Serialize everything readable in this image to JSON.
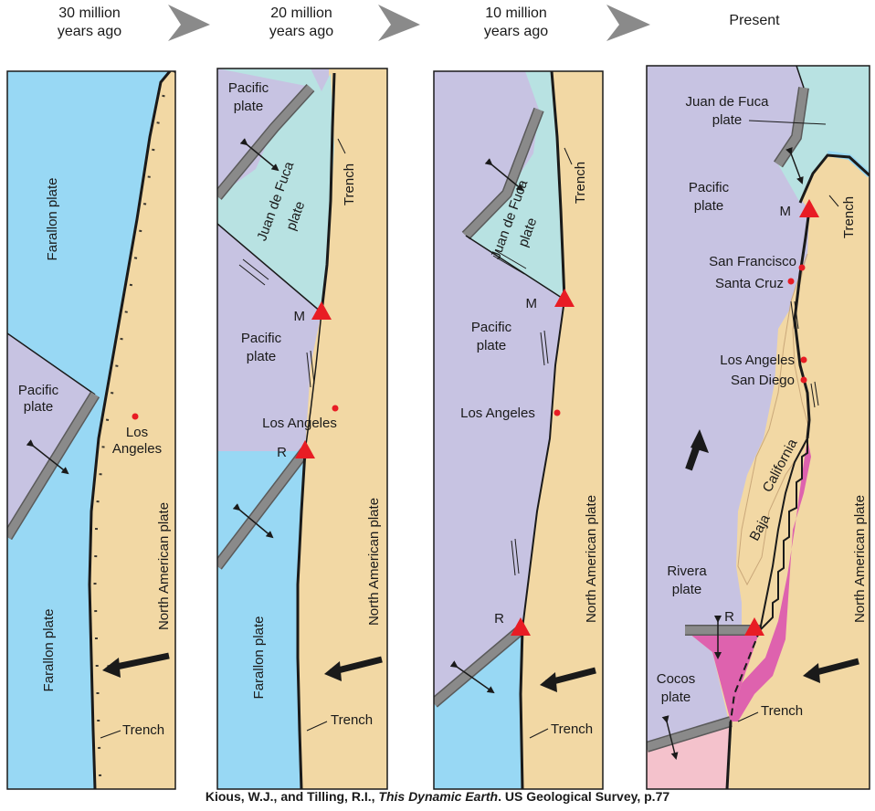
{
  "stages": [
    {
      "time_line1": "30 million",
      "time_line2": "years ago"
    },
    {
      "time_line1": "20 million",
      "time_line2": "years ago"
    },
    {
      "time_line1": "10 million",
      "time_line2": "years ago"
    },
    {
      "time_line1": "Present"
    }
  ],
  "labels": {
    "farallon_plate": "Farallon plate",
    "pacific_plate_l1": "Pacific",
    "pacific_plate_l2": "plate",
    "juan_de_fuca_l1": "Juan de Fuca",
    "juan_de_fuca_l2": "plate",
    "north_american_plate": "North American plate",
    "los_angeles": "Los Angeles",
    "los_l1": "Los",
    "angeles_l2": "Angeles",
    "trench": "Trench",
    "m": "M",
    "r": "R",
    "san_francisco": "San Francisco",
    "santa_cruz": "Santa Cruz",
    "san_diego": "San Diego",
    "baja": "Baja",
    "california": "California",
    "rivera_l1": "Rivera",
    "rivera_l2": "plate",
    "cocos_l1": "Cocos",
    "cocos_l2": "plate"
  },
  "caption": {
    "prefix": "Kious, W.J., and Tilling, R.I., ",
    "title": "This Dynamic Earth",
    "suffix": ". US Geological Survey, p.77"
  },
  "colors": {
    "farallon": "#98d8f4",
    "pacific": "#c7c3e2",
    "juan_de_fuca": "#b8e2e2",
    "north_american": "#f2d8a4",
    "rivera": "#de62ae",
    "cocos": "#f4c2cc",
    "triple_junction": "#e81c24",
    "city": "#e81c24",
    "ridge": "#808080"
  }
}
